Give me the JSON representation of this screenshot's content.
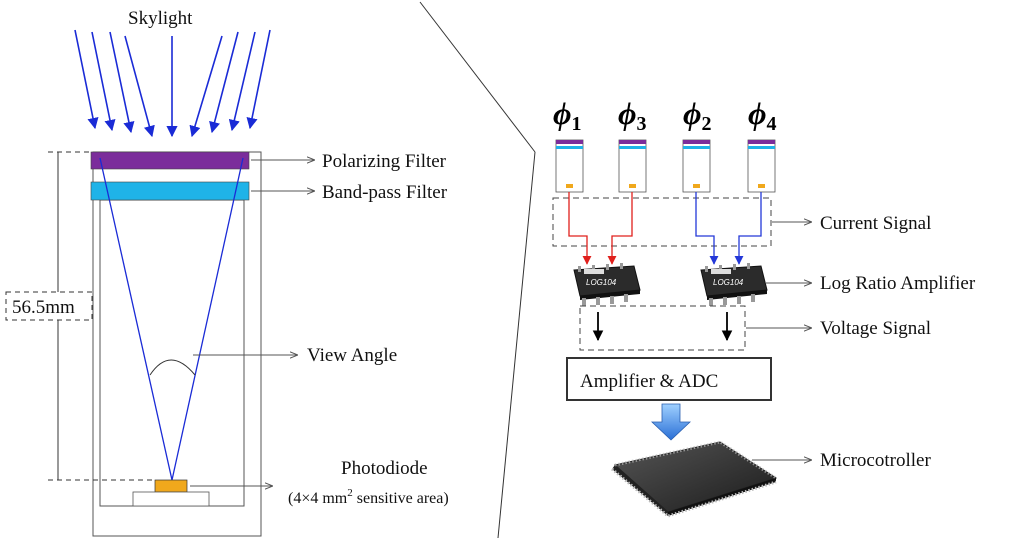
{
  "left": {
    "title": "Skylight",
    "polarizing_filter": "Polarizing Filter",
    "band_pass_filter": "Band-pass Filter",
    "dimension": "56.5mm",
    "view_angle": "View Angle",
    "photodiode": "Photodiode",
    "photodiode_note_pre": "(4×4 mm",
    "photodiode_note_sup": "2",
    "photodiode_note_post": " sensitive area)"
  },
  "right": {
    "phi_symbol": "ϕ",
    "phi_subs": [
      "1",
      "3",
      "2",
      "4"
    ],
    "current_signal": "Current Signal",
    "log_ratio_amplifier": "Log Ratio Amplifier",
    "chip_text": "LOG104",
    "voltage_signal": "Voltage Signal",
    "amplifier_adc": "Amplifier & ADC",
    "microcontroller": "Microcotroller"
  },
  "colors": {
    "polarizer": "#7b2d9b",
    "bandpass": "#1fb3e8",
    "rays": "#1a2bd6",
    "photodiode": "#f0a81c",
    "red_wire": "#e0201c",
    "blue_wire": "#2438d8"
  }
}
